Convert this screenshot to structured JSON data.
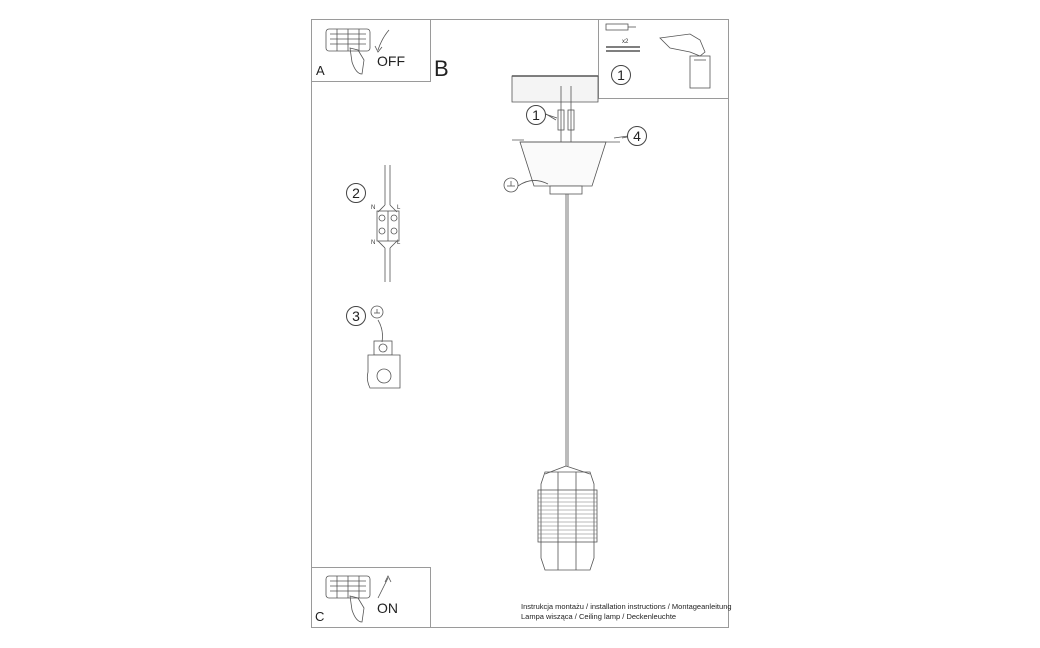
{
  "panel_a": {
    "letter": "A",
    "switch_state": "OFF"
  },
  "panel_b": {
    "letter": "B"
  },
  "panel_c": {
    "letter": "C",
    "switch_state": "ON"
  },
  "tools": {
    "step": "1",
    "quantity": "x2"
  },
  "steps": {
    "s1": "1",
    "s2": "2",
    "s3": "3",
    "s4": "4"
  },
  "wiring": {
    "n": "N",
    "l": "L"
  },
  "caption": {
    "line1": "Instrukcja montażu / installation instructions / Montageanleitung",
    "line2": "Lampa wisząca / Ceiling lamp / Deckenleuchte"
  },
  "icons": [
    "light-switch-icon",
    "hand-icon",
    "curved-arrow-icon",
    "drill-icon",
    "wall-plug-icon",
    "screw-icon",
    "ground-symbol-icon"
  ]
}
